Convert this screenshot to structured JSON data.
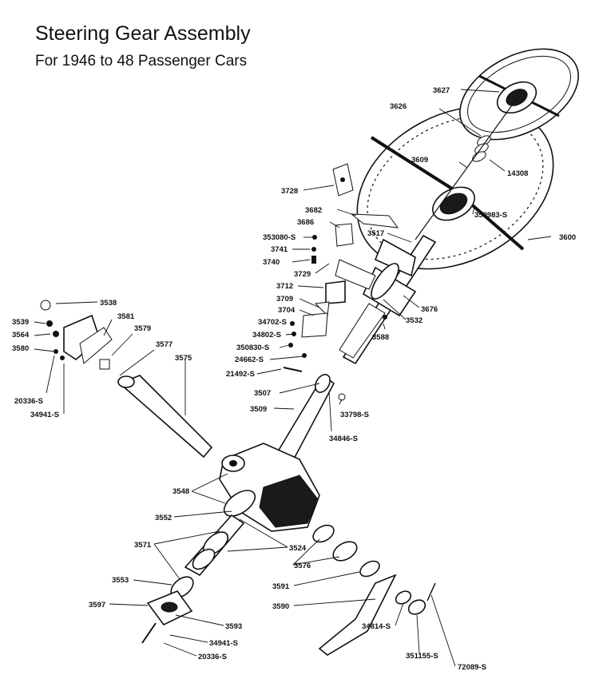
{
  "title": "Steering Gear Assembly",
  "subtitle": "For 1946 to 48 Passenger Cars",
  "parts": [
    "3627",
    "3626",
    "3609",
    "14308",
    "3728",
    "350983-S",
    "3682",
    "3686",
    "3600",
    "353080-S",
    "3517",
    "3741",
    "3740",
    "3729",
    "3712",
    "3676",
    "3709",
    "3538",
    "3704",
    "3532",
    "3539",
    "3581",
    "34702-S",
    "3564",
    "3579",
    "34802-S",
    "3588",
    "3580",
    "3577",
    "350830-S",
    "24662-S",
    "3575",
    "21492-S",
    "3507",
    "20336-S",
    "33798-S",
    "34941-S",
    "3509",
    "34846-S",
    "3548",
    "3552",
    "3571",
    "3524",
    "3576",
    "3553",
    "3591",
    "3597",
    "3590",
    "3593",
    "34814-S",
    "34941-S",
    "20336-S",
    "351155-S",
    "72089-S"
  ]
}
